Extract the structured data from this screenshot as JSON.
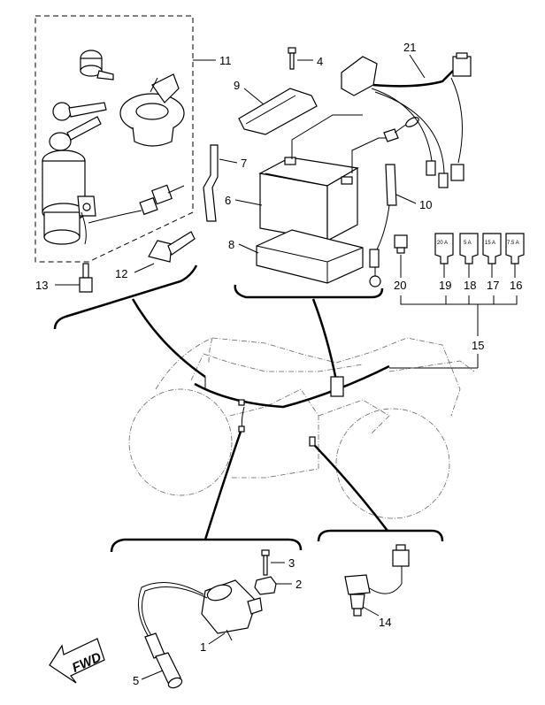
{
  "callouts": {
    "c1": "1",
    "c2": "2",
    "c3": "3",
    "c4": "4",
    "c5": "5",
    "c6": "6",
    "c7": "7",
    "c8": "8",
    "c9": "9",
    "c10": "10",
    "c11": "11",
    "c12": "12",
    "c13": "13",
    "c14": "14",
    "c15": "15",
    "c16": "16",
    "c17": "17",
    "c18": "18",
    "c19": "19",
    "c20": "20",
    "c21": "21"
  },
  "fuses": {
    "f19": "20 A",
    "f18": "5 A",
    "f17": "15 A",
    "f16": "7.5 A"
  },
  "direction": "FWD"
}
